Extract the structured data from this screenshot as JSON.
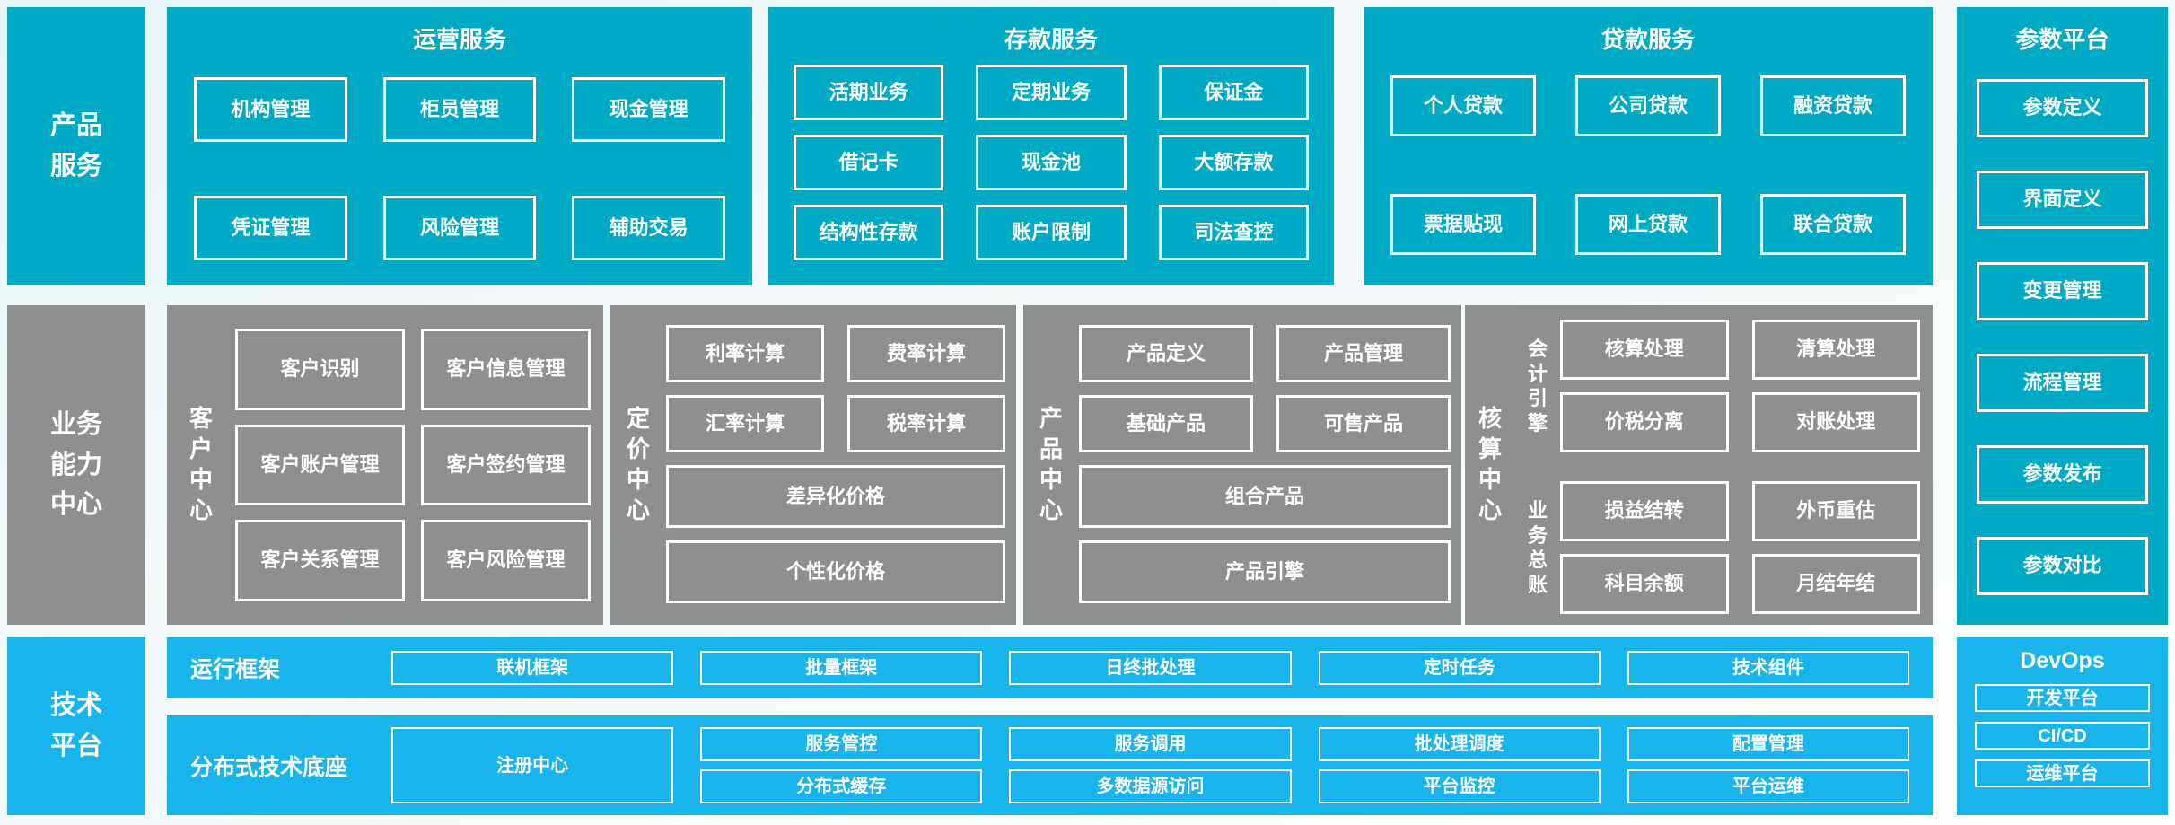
{
  "colors": {
    "teal": "#00a9c4",
    "gray": "#8e8f8f",
    "blue": "#1ab4ec",
    "text": "#ffffff"
  },
  "rail": {
    "product_services": "产品\n服务",
    "business_capability_center": "业务\n能力\n中心",
    "technology_platform": "技术\n平台"
  },
  "operations": {
    "title": "运营服务",
    "items": [
      "机构管理",
      "柜员管理",
      "现金管理",
      "凭证管理",
      "风险管理",
      "辅助交易"
    ]
  },
  "deposit": {
    "title": "存款服务",
    "items": [
      "活期业务",
      "定期业务",
      "保证金",
      "借记卡",
      "现金池",
      "大额存款",
      "结构性存款",
      "账户限制",
      "司法查控"
    ]
  },
  "loan": {
    "title": "贷款服务",
    "items": [
      "个人贷款",
      "公司贷款",
      "融资贷款",
      "票据贴现",
      "网上贷款",
      "联合贷款"
    ]
  },
  "parameter": {
    "title": "参数平台",
    "items": [
      "参数定义",
      "界面定义",
      "变更管理",
      "流程管理",
      "参数发布",
      "参数对比"
    ]
  },
  "customer": {
    "title": "客\n户\n中\n心",
    "items": [
      "客户识别",
      "客户信息管理",
      "客户账户管理",
      "客户签约管理",
      "客户关系管理",
      "客户风险管理"
    ]
  },
  "pricing": {
    "title": "定\n价\n中\n心",
    "items": [
      "利率计算",
      "费率计算",
      "汇率计算",
      "税率计算"
    ],
    "wide": [
      "差异化价格",
      "个性化价格"
    ]
  },
  "product": {
    "title": "产\n品\n中\n心",
    "items": [
      "产品定义",
      "产品管理",
      "基础产品",
      "可售产品"
    ],
    "wide": [
      "组合产品",
      "产品引擎"
    ]
  },
  "accounting": {
    "title": "核\n算\n中\n心",
    "groups": [
      {
        "label": "会\n计\n引\n擎",
        "items": [
          "核算处理",
          "清算处理",
          "价税分离",
          "对账处理"
        ]
      },
      {
        "label": "业\n务\n总\n账",
        "items": [
          "损益结转",
          "外币重估",
          "科目余额",
          "月结年结"
        ]
      }
    ]
  },
  "runtime": {
    "label": "运行框架",
    "items": [
      "联机框架",
      "批量框架",
      "日终批处理",
      "定时任务",
      "技术组件"
    ]
  },
  "distributed": {
    "label": "分布式技术底座",
    "registry": "注册中心",
    "items": [
      "服务管控",
      "服务调用",
      "批处理调度",
      "配置管理",
      "分布式缓存",
      "多数据源访问",
      "平台监控",
      "平台运维"
    ]
  },
  "devops": {
    "title": "DevOps",
    "items": [
      "开发平台",
      "CI/CD",
      "运维平台"
    ]
  }
}
